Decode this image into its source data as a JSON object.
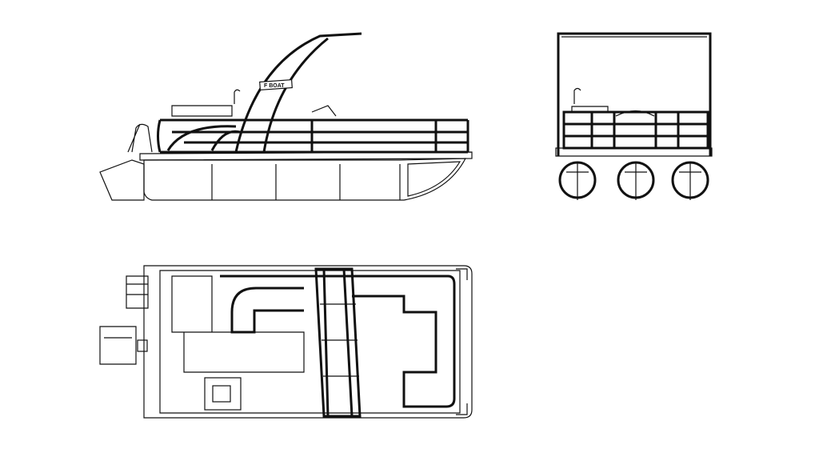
{
  "drawing": {
    "views": [
      "side-view",
      "rear-view",
      "top-view"
    ],
    "arch_logo_text": "F BOAT",
    "line_color": "#111111",
    "background": "#ffffff"
  }
}
